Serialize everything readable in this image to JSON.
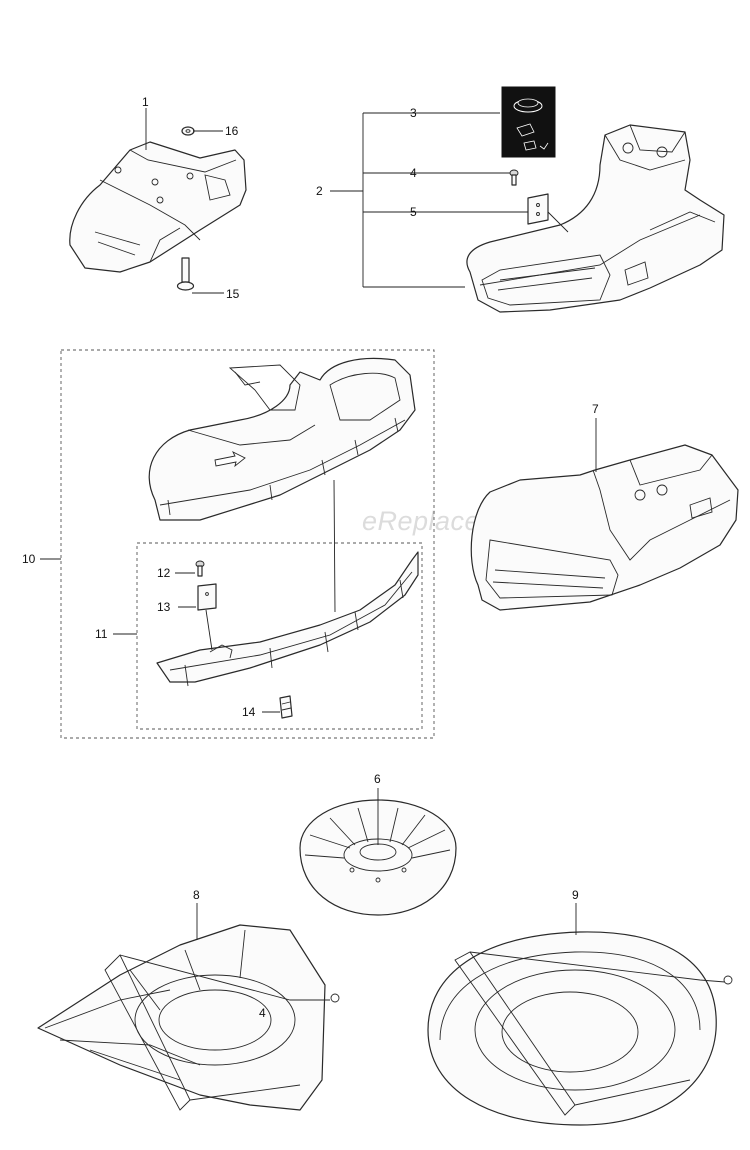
{
  "watermark": "eReplacementParts.com",
  "callouts": {
    "c1": "1",
    "c2": "2",
    "c3": "3",
    "c4": "4",
    "c5": "5",
    "c6": "6",
    "c7": "7",
    "c8": "8",
    "c9": "9",
    "c10": "10",
    "c11": "11",
    "c12": "12",
    "c13": "13",
    "c14": "14",
    "c15": "15",
    "c16": "16",
    "c4b": "4"
  }
}
